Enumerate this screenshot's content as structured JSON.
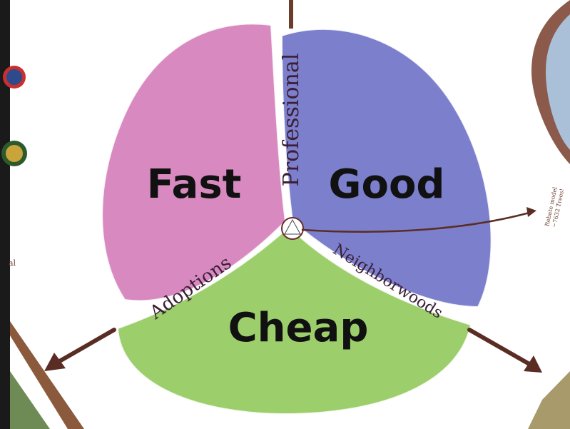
{
  "diagram": {
    "sets": [
      {
        "label": "Fast",
        "color": "#d88ac0"
      },
      {
        "label": "Good",
        "color": "#7b7fcc"
      },
      {
        "label": "Cheap",
        "color": "#9ccf6c"
      }
    ],
    "overlaps": [
      {
        "label": "Professional",
        "between": [
          "Fast",
          "Good"
        ],
        "color": "#7a52ad"
      },
      {
        "label": "Adoptions",
        "between": [
          "Fast",
          "Cheap"
        ],
        "color": "#b87ab8"
      },
      {
        "label": "Neighborwoods",
        "between": [
          "Good",
          "Cheap"
        ],
        "color": "#48b87c"
      }
    ],
    "arrow_colors": {
      "main": "#5a2d24"
    }
  },
  "side_note": {
    "line1": "Rebate model",
    "line2": "~7632 Trees!"
  },
  "left_edge_text": "al"
}
